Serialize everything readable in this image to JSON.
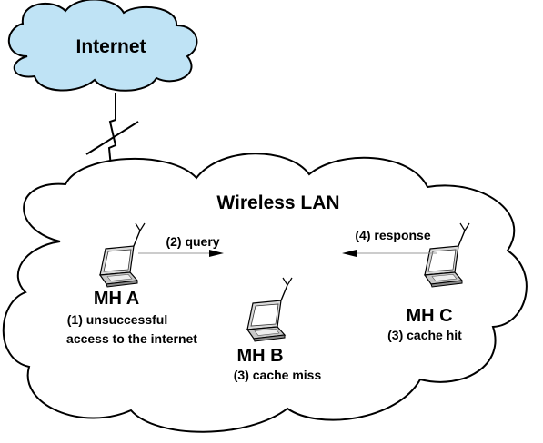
{
  "internet": {
    "label": "Internet",
    "fill_color": "#bfe3f5",
    "stroke_color": "#000000"
  },
  "link_icon": "lightning-bolt-link-icon",
  "lan": {
    "label": "Wireless LAN",
    "fill_color": "#ffffff",
    "stroke_color": "#000000"
  },
  "nodes": {
    "mh_a": {
      "name": "MH A",
      "status_line1": "(1) unsuccessful",
      "status_line2": "access to the internet",
      "icon": "laptop-antenna-icon"
    },
    "mh_b": {
      "name": "MH B",
      "status": "(3) cache miss",
      "icon": "laptop-antenna-icon"
    },
    "mh_c": {
      "name": "MH C",
      "status": "(3) cache hit",
      "icon": "laptop-antenna-icon"
    }
  },
  "messages": {
    "query": "(2) query",
    "response": "(4) response"
  }
}
